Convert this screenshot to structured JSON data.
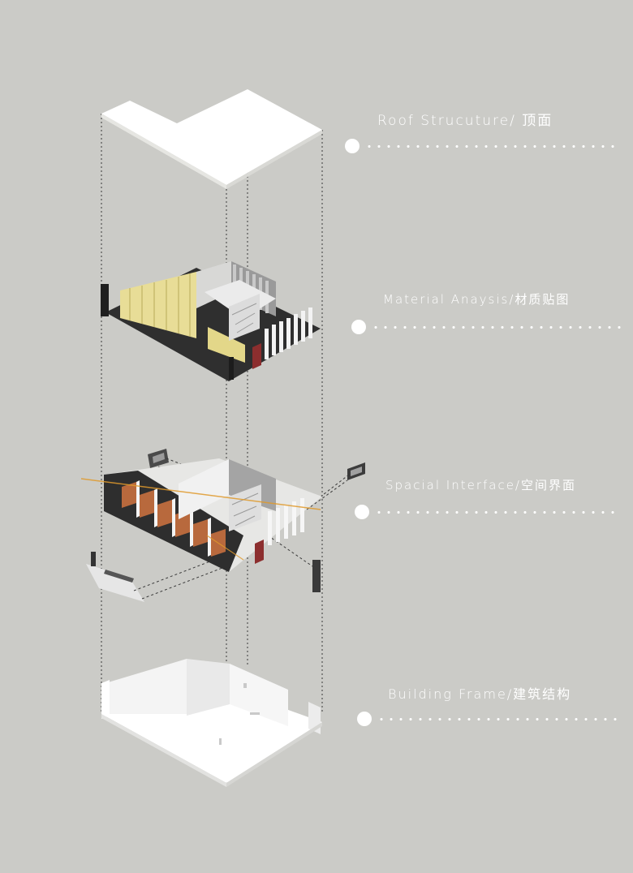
{
  "layers": [
    {
      "id": "roof",
      "label": "Roof Strucuture/ 顶面"
    },
    {
      "id": "material",
      "label": "Material Anaysis/材质贴图"
    },
    {
      "id": "interface",
      "label": "Spacial Interface/空间界面"
    },
    {
      "id": "frame",
      "label": "Building Frame/建筑结构"
    }
  ],
  "colors": {
    "background": "#cbcbc7",
    "label": "#ffffff",
    "leader": "#ffffff",
    "guide": "#3a3a3a",
    "floor_dark": "#2d2d2d",
    "accent_yellow": "#e7dc93",
    "accent_red": "#8b2b2b",
    "accent_wood": "#b86a3e",
    "accent_orange_line": "#e09a2c"
  }
}
